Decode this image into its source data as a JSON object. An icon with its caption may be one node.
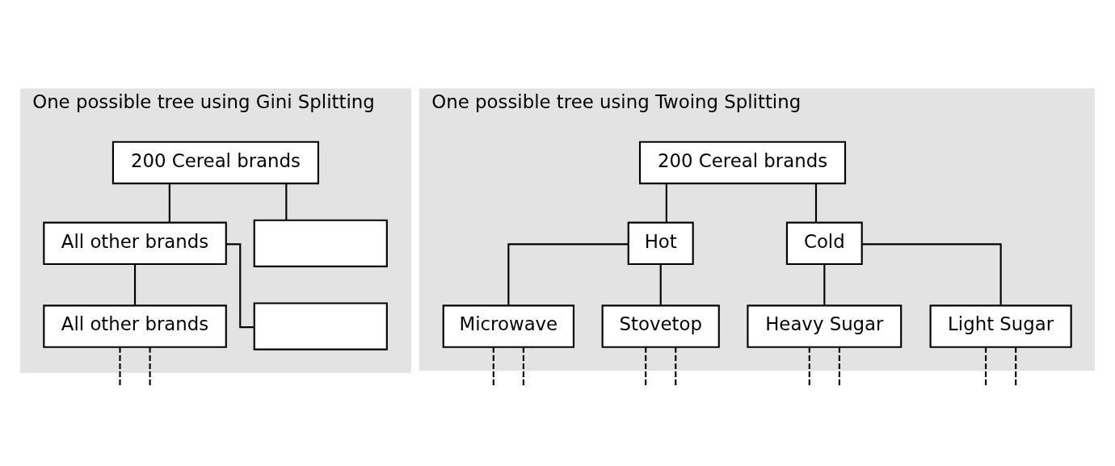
{
  "diagram": {
    "nodes": [
      {
        "text": [
          "One possible tree using Gini Splitting"
        ]
      },
      {
        "text": [
          "200 Cereal brands"
        ],
        "in": 0
      },
      {
        "text": [
          "All other brands"
        ],
        "in": 0
      },
      {
        "text": [],
        "shape": "box",
        "in": 0
      },
      {
        "text": [
          "All other brands"
        ],
        "in": 0
      },
      {
        "text": [],
        "shape": "box",
        "in": 0
      },
      {
        "text": [
          "One possible tree using Twoing Splitting"
        ]
      },
      {
        "text": [
          "200 Cereal brands"
        ],
        "in": 6
      },
      {
        "text": [
          "Hot"
        ],
        "in": 6
      },
      {
        "text": [
          "Cold"
        ],
        "in": 6
      },
      {
        "text": [
          "Microwave"
        ],
        "in": 6
      },
      {
        "text": [
          "Stovetop"
        ],
        "in": 6
      },
      {
        "text": [
          "Heavy Sugar"
        ],
        "in": 6
      },
      {
        "text": [
          "Light Sugar"
        ],
        "in": 6
      }
    ],
    "edges": [
      {
        "from": 1,
        "to": 2,
        "arrow": "none"
      },
      {
        "from": 1,
        "to": 3,
        "arrow": "none"
      },
      {
        "from": 2,
        "to": 4,
        "arrow": "none"
      },
      {
        "from": 2,
        "to": 5,
        "arrow": "none"
      },
      {
        "from": 4,
        "to": null,
        "arrow": "none",
        "style": "dashed"
      },
      {
        "from": 4,
        "to": null,
        "arrow": "none",
        "style": "dashed"
      },
      {
        "from": 7,
        "to": 8,
        "arrow": "none"
      },
      {
        "from": 7,
        "to": 9,
        "arrow": "none"
      },
      {
        "from": 8,
        "to": 10,
        "arrow": "none"
      },
      {
        "from": 8,
        "to": 11,
        "arrow": "none"
      },
      {
        "from": 9,
        "to": 12,
        "arrow": "none"
      },
      {
        "from": 9,
        "to": 13,
        "arrow": "none"
      },
      {
        "from": 10,
        "to": null,
        "arrow": "none",
        "style": "dashed"
      },
      {
        "from": 10,
        "to": null,
        "arrow": "none",
        "style": "dashed"
      },
      {
        "from": 11,
        "to": null,
        "arrow": "none",
        "style": "dashed"
      },
      {
        "from": 11,
        "to": null,
        "arrow": "none",
        "style": "dashed"
      },
      {
        "from": 12,
        "to": null,
        "arrow": "none",
        "style": "dashed"
      },
      {
        "from": 12,
        "to": null,
        "arrow": "none",
        "style": "dashed"
      },
      {
        "from": 13,
        "to": null,
        "arrow": "none",
        "style": "dashed"
      },
      {
        "from": 13,
        "to": null,
        "arrow": "none",
        "style": "dashed"
      }
    ]
  }
}
